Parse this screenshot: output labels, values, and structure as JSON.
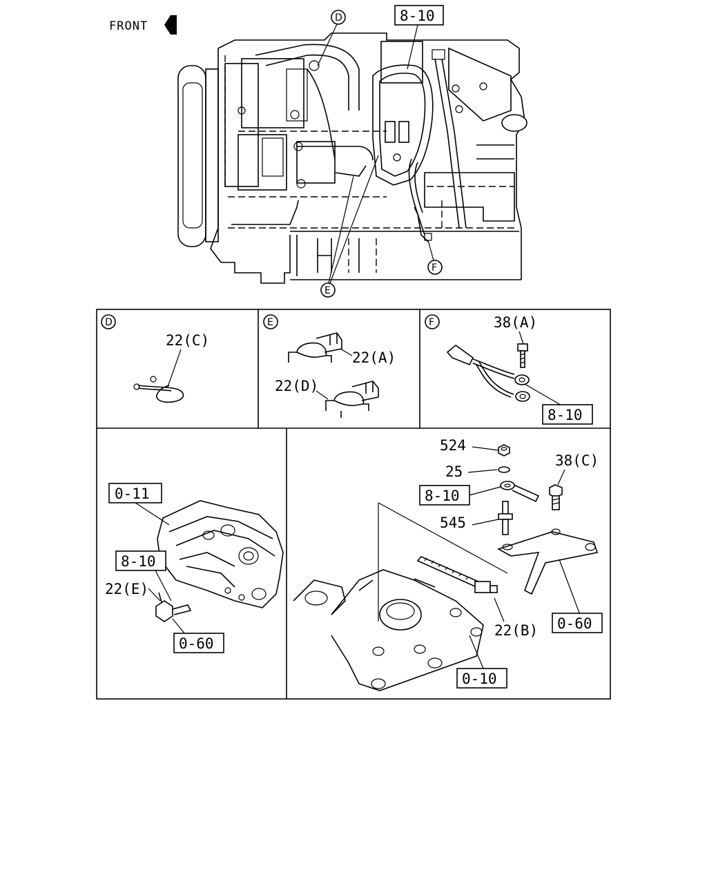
{
  "header": {
    "front_label": "FRONT"
  },
  "callouts": {
    "D": "D",
    "E": "E",
    "F": "F",
    "ref_top": "8-10"
  },
  "panel_d": {
    "letter": "D",
    "part": "22(C)"
  },
  "panel_e": {
    "letter": "E",
    "part_a": "22(A)",
    "part_d": "22(D)"
  },
  "panel_f": {
    "letter": "F",
    "bolt": "38(A)",
    "ref": "8-10"
  },
  "panel_left": {
    "ref_011": "0-11",
    "ref_810": "8-10",
    "part_e": "22(E)",
    "ref_060": "0-60"
  },
  "panel_right": {
    "nut": "524",
    "washer": "25",
    "ref_810": "8-10",
    "stud": "545",
    "bolt_c": "38(C)",
    "tie": "22(B)",
    "ref_060": "0-60",
    "ref_010": "0-10"
  }
}
